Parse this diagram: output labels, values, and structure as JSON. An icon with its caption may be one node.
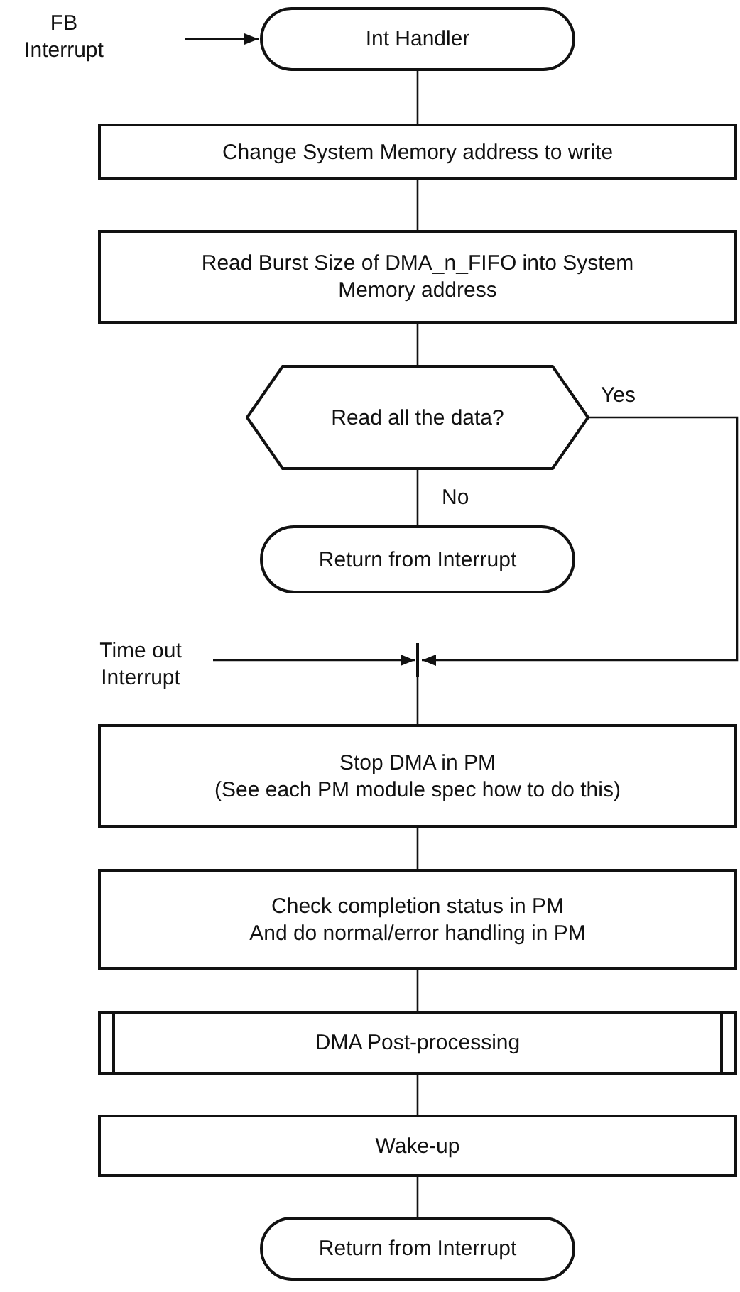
{
  "diagram": {
    "nodes": [
      {
        "text": [
          "FB Interrupt"
        ]
      },
      {
        "text": [
          "Int Handler"
        ]
      },
      {
        "text": [
          "Change System Memory address to write"
        ]
      },
      {
        "text": [
          "Read Burst Size of DMA_n_FIFO into System Memory address"
        ]
      },
      {
        "text": [
          "Read all the data?"
        ]
      },
      {
        "text": [
          "Return from Interrupt"
        ]
      },
      {
        "text": [
          "Time out Interrupt"
        ]
      },
      {
        "text": [],
        "shape": "bar"
      },
      {
        "text": [
          "Stop DMA in PM",
          "(See each PM module spec how to do this)"
        ]
      },
      {
        "text": [
          "Check completion status in PM",
          "And do normal/error handling in PM"
        ]
      },
      {
        "text": [
          "DMA Post-processing"
        ]
      },
      {
        "text": [
          "Wake-up"
        ]
      },
      {
        "text": [
          "Return from Interrupt"
        ]
      }
    ],
    "edges": [
      {
        "from": 0,
        "to": 1,
        "arrow": "to"
      },
      {
        "from": 1,
        "to": 2,
        "arrow": "none"
      },
      {
        "from": 2,
        "to": 3,
        "arrow": "none"
      },
      {
        "from": 3,
        "to": 4,
        "arrow": "none"
      },
      {
        "from": 4,
        "to": 5,
        "arrow": "none",
        "label": "No"
      },
      {
        "from": 4,
        "to": 7,
        "arrow": "to",
        "label": "Yes"
      },
      {
        "from": 6,
        "to": 7,
        "arrow": "to"
      },
      {
        "from": 7,
        "to": 8,
        "arrow": "none"
      },
      {
        "from": 8,
        "to": 9,
        "arrow": "none"
      },
      {
        "from": 9,
        "to": 10,
        "arrow": "none"
      },
      {
        "from": 10,
        "to": 11,
        "arrow": "none"
      },
      {
        "from": 11,
        "to": 12,
        "arrow": "none"
      }
    ]
  }
}
